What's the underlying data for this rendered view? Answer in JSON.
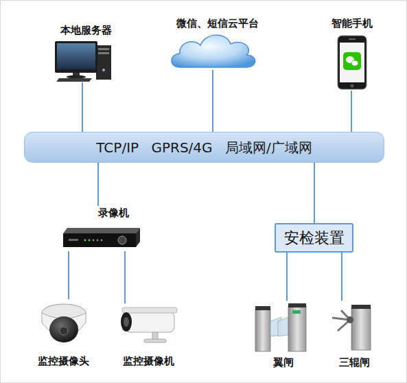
{
  "diagram": {
    "nodes": [
      {
        "text": [
          "本地服务器"
        ]
      },
      {
        "text": [
          "微信、短信云平台"
        ]
      },
      {
        "text": [
          "智能手机"
        ]
      },
      {
        "text": [
          "TCP/IP GPRS/4G 局域网/广域网"
        ]
      },
      {
        "text": [
          "录像机"
        ]
      },
      {
        "text": [
          "安检装置"
        ]
      },
      {
        "text": [
          "监控摄像头"
        ]
      },
      {
        "text": [
          "监控摄像机"
        ]
      },
      {
        "text": [
          "翼闸"
        ]
      },
      {
        "text": [
          "三辊闸"
        ]
      }
    ],
    "edges": [
      {
        "from": 0,
        "to": 3,
        "arrow": "none"
      },
      {
        "from": 1,
        "to": 3,
        "arrow": "none"
      },
      {
        "from": 2,
        "to": 3,
        "arrow": "none"
      },
      {
        "from": 3,
        "to": 4,
        "arrow": "none"
      },
      {
        "from": 3,
        "to": 5,
        "arrow": "none"
      },
      {
        "from": 4,
        "to": 6,
        "arrow": "none"
      },
      {
        "from": 4,
        "to": 7,
        "arrow": "none"
      },
      {
        "from": 5,
        "to": 8,
        "arrow": "none"
      },
      {
        "from": 5,
        "to": 9,
        "arrow": "none"
      }
    ]
  }
}
